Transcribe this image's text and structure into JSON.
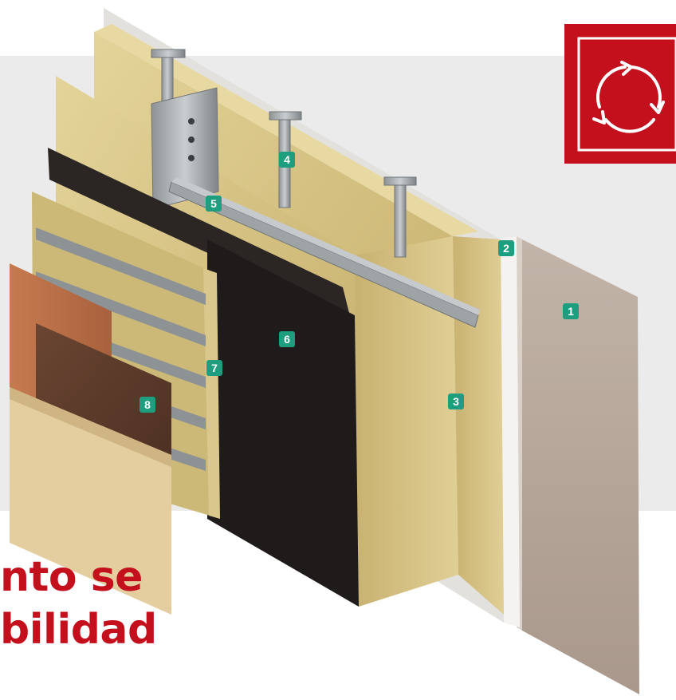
{
  "colors": {
    "band": "#ebebeb",
    "accent": "#c3101c",
    "callout": "#1f9e7f",
    "mineral_wool": "#d6c384",
    "membrane": "#1e1b1a",
    "board_face": "#b6a79c",
    "metal": "#a7abad"
  },
  "badge": {
    "icon": "recycle-cycle-icon"
  },
  "callouts": [
    {
      "id": "1",
      "label": "1"
    },
    {
      "id": "2",
      "label": "2"
    },
    {
      "id": "3",
      "label": "3"
    },
    {
      "id": "4",
      "label": "4"
    },
    {
      "id": "5",
      "label": "5"
    },
    {
      "id": "6",
      "label": "6"
    },
    {
      "id": "7",
      "label": "7"
    },
    {
      "id": "8",
      "label": "8"
    }
  ],
  "headline": {
    "line1": "nto se",
    "line2": "bilidad"
  }
}
